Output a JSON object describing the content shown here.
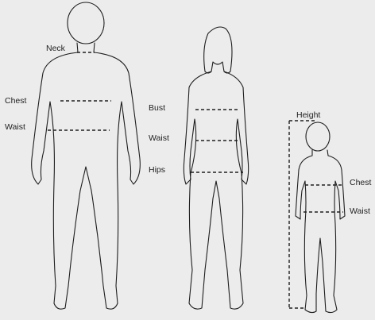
{
  "figures": {
    "man": {
      "labels": {
        "neck": "Neck",
        "chest": "Chest",
        "waist": "Waist"
      }
    },
    "woman": {
      "labels": {
        "bust": "Bust",
        "waist": "Waist",
        "hips": "Hips"
      }
    },
    "child": {
      "labels": {
        "height": "Height",
        "chest": "Chest",
        "waist": "Waist"
      }
    }
  },
  "colors": {
    "background": "#ececec",
    "line": "#1e1e1e"
  }
}
